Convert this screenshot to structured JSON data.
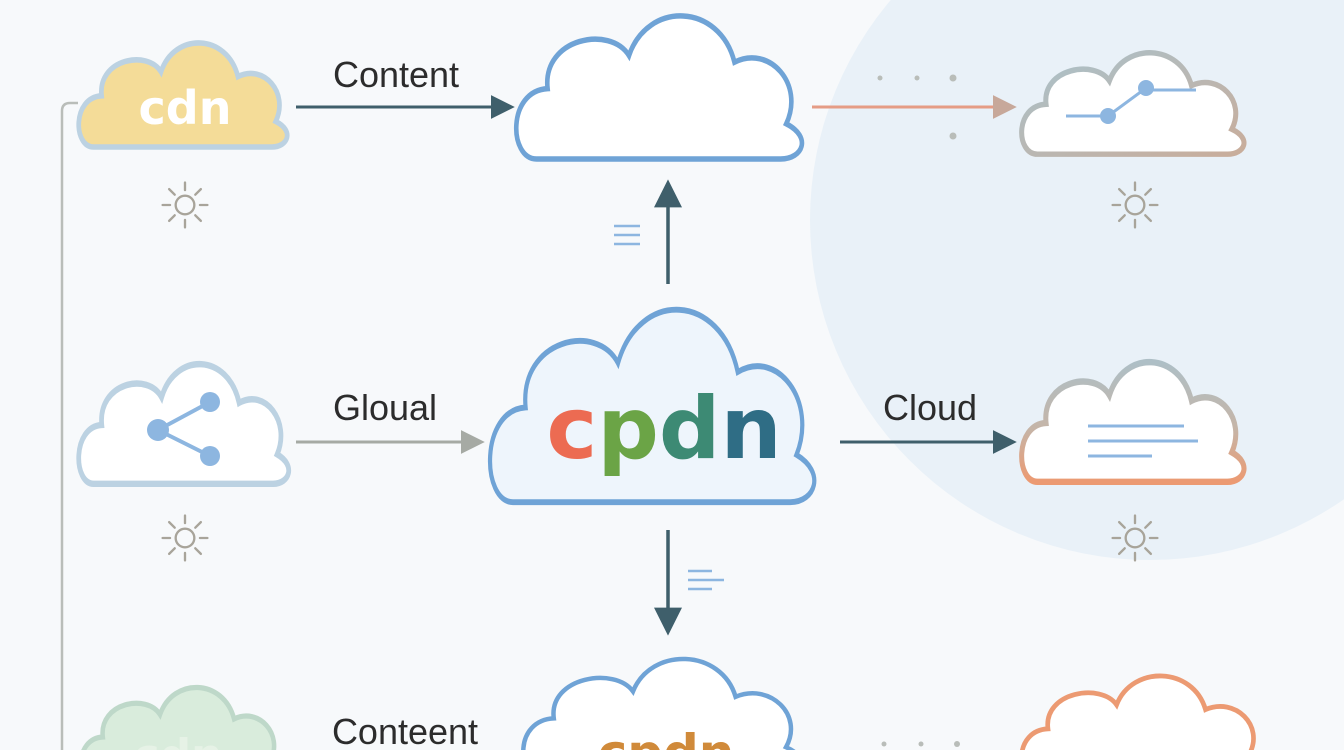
{
  "nodes": {
    "top_left": {
      "logo": "cdn"
    },
    "center": {
      "logo_parts": [
        "c",
        "p",
        "d",
        "n"
      ]
    },
    "bottom_left": {
      "logo": "cdn"
    },
    "bottom_center": {
      "logo": "cpdn"
    }
  },
  "edges": {
    "top": "Content",
    "middle_left": "Gloual",
    "middle_right": "Cloud",
    "bottom": "Conteent"
  },
  "colors": {
    "cloud_blue": "#6fa3d6",
    "center_fill": "#eef5fc",
    "cdn_yellow": "#f4dc98",
    "cdn_yellow_text": "#ffffff",
    "arrow_dark": "#3f5f6b",
    "arrow_gray": "#a6aaa4",
    "arrow_salmon": "#e59c85",
    "logo_c": "#ec6b52",
    "logo_p": "#6ba446",
    "logo_d": "#3d8a74",
    "logo_n": "#2f6d85",
    "sun": "#a8a49a",
    "bg_circle": "#e9f1f8"
  },
  "icons": [
    "sun-icon",
    "share-icon",
    "graph-icon",
    "text-lines-icon",
    "dots-icon",
    "arrow-icon"
  ]
}
